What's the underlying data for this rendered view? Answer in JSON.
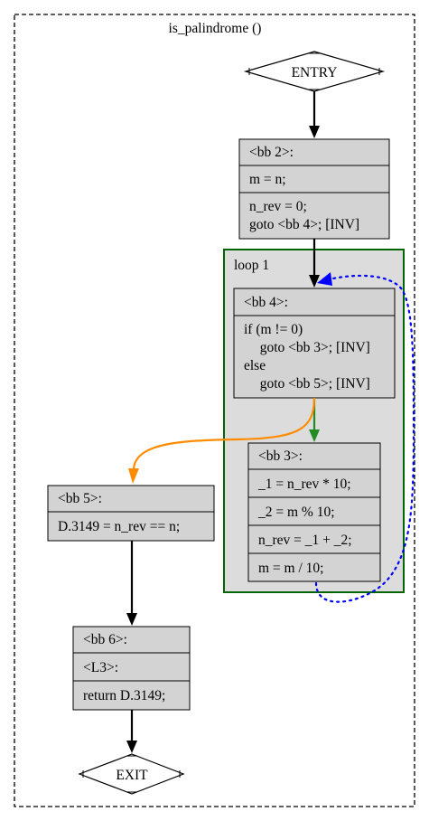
{
  "graph": {
    "title": "is_palindrome ()",
    "entry_label": "ENTRY",
    "exit_label": "EXIT",
    "loop_label": "loop 1",
    "colors": {
      "cluster_border": "#000000",
      "loop_border": "#006400",
      "loop_fill": "#dcdcdc",
      "block_fill": "#d3d3d3",
      "edge_normal": "#000000",
      "edge_true": "#228b22",
      "edge_false": "#ff8c00",
      "edge_back": "#0000ff"
    }
  },
  "blocks": {
    "bb2": {
      "header": "<bb 2>:",
      "sections": [
        "m = n;",
        "n_rev = 0;",
        "goto <bb 4>; [INV]"
      ]
    },
    "bb4": {
      "header": "<bb 4>:",
      "lines": [
        "if (m != 0)",
        "  goto <bb 3>; [INV]",
        "else",
        "  goto <bb 5>; [INV]"
      ]
    },
    "bb3": {
      "header": "<bb 3>:",
      "sections": [
        "_1 = n_rev * 10;",
        "_2 = m % 10;",
        "n_rev = _1 + _2;",
        "m = m / 10;"
      ]
    },
    "bb5": {
      "header": "<bb 5>:",
      "sections": [
        "D.3149 = n_rev == n;"
      ]
    },
    "bb6": {
      "header": "<bb 6>:",
      "sections": [
        "<L3>:",
        "return D.3149;"
      ]
    }
  }
}
